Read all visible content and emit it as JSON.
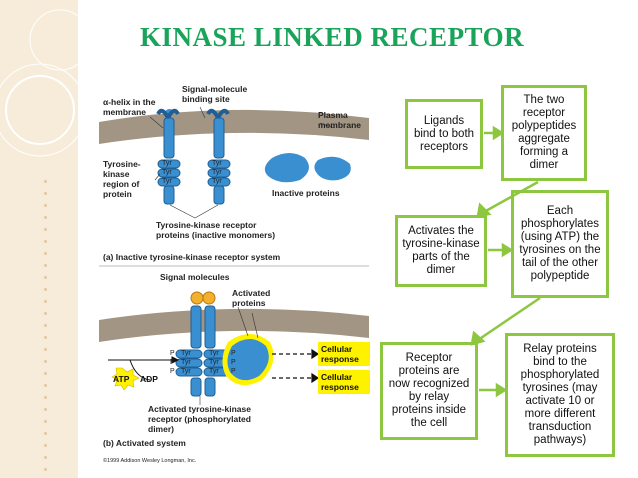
{
  "slide": {
    "title": "KINASE LINKED RECEPTOR"
  },
  "figure": {
    "top": {
      "alpha_helix_label": "α-helix in the membrane",
      "signal_site_label": "Signal-molecule binding site",
      "plasma_membrane_label": "Plasma membrane",
      "tyrosine_region_label": "Tyrosine-kinase region of protein",
      "inactive_proteins_label": "Inactive proteins",
      "receptor_label": "Tyrosine-kinase receptor proteins (inactive monomers)",
      "caption": "(a) Inactive tyrosine-kinase receptor system",
      "tyr": "Tyr"
    },
    "bottom": {
      "signal_molecules_label": "Signal molecules",
      "activated_proteins_label": "Activated proteins",
      "atp": "ATP",
      "adp": "ADP",
      "cellular_response_1": "Cellular response",
      "cellular_response_2": "Cellular response",
      "activated_receptor_label": "Activated tyrosine-kinase receptor (phosphorylated dimer)",
      "caption": "(b) Activated system",
      "p": "P"
    },
    "copyright": "©1999 Addison Wesley Longman, Inc."
  },
  "flowchart": {
    "box1": "Ligands bind to both receptors",
    "box2": "The two receptor polypeptides aggregate forming a dimer",
    "box3": "Activates the tyrosine-kinase parts of the dimer",
    "box4": "Each phosphorylates (using ATP) the tyrosines on the tail of the other polypeptide",
    "box5": "Receptor proteins are now recognized by relay proteins inside the cell",
    "box6": "Relay proteins bind to the phosphorylated tyrosines (may activate 10 or more different transduction pathways)"
  },
  "colors": {
    "title": "#1aa45a",
    "flow_border": "#8dc63f",
    "receptor": "#3a8fd0",
    "membrane": "#a39583",
    "response": "#fff200",
    "background_strip": "#f6ecd9"
  }
}
